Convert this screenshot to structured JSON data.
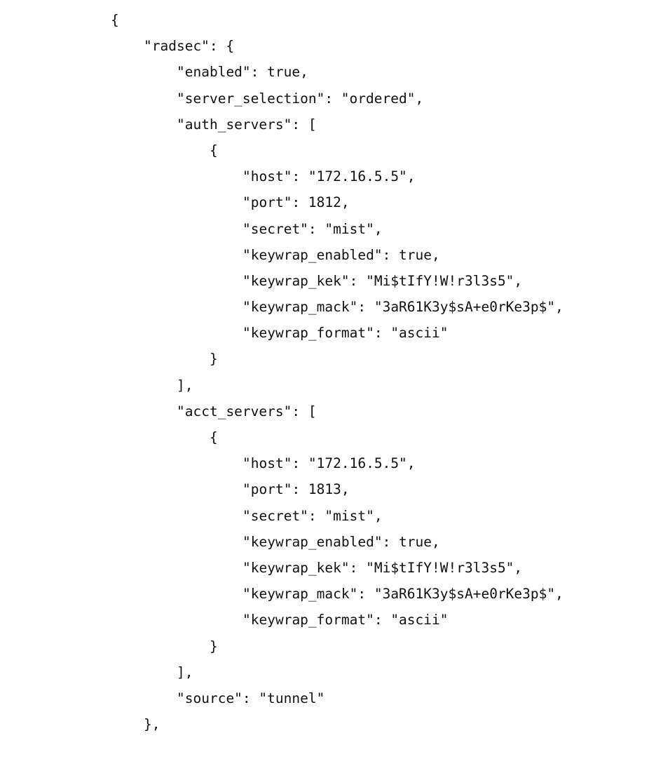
{
  "lines": [
    "{",
    "\"radsec\": {",
    "\"enabled\": true,",
    "\"server_selection\": \"ordered\",",
    "\"auth_servers\": [",
    "{",
    "\"host\": \"172.16.5.5\",",
    "\"port\": 1812,",
    "\"secret\": \"mist\",",
    "\"keywrap_enabled\": true,",
    "\"keywrap_kek\": \"Mi$tIfY!W!r3l3s5\",",
    "\"keywrap_mack\": \"3aR61K3y$sA+e0rKe3p$\",",
    "\"keywrap_format\": \"ascii\"",
    "}",
    "],",
    "\"acct_servers\": [",
    "{",
    "\"host\": \"172.16.5.5\",",
    "\"port\": 1813,",
    "\"secret\": \"mist\",",
    "\"keywrap_enabled\": true,",
    "\"keywrap_kek\": \"Mi$tIfY!W!r3l3s5\",",
    "\"keywrap_mack\": \"3aR61K3y$sA+e0rKe3p$\",",
    "\"keywrap_format\": \"ascii\"",
    "}",
    "],",
    "\"source\": \"tunnel\"",
    "},"
  ]
}
